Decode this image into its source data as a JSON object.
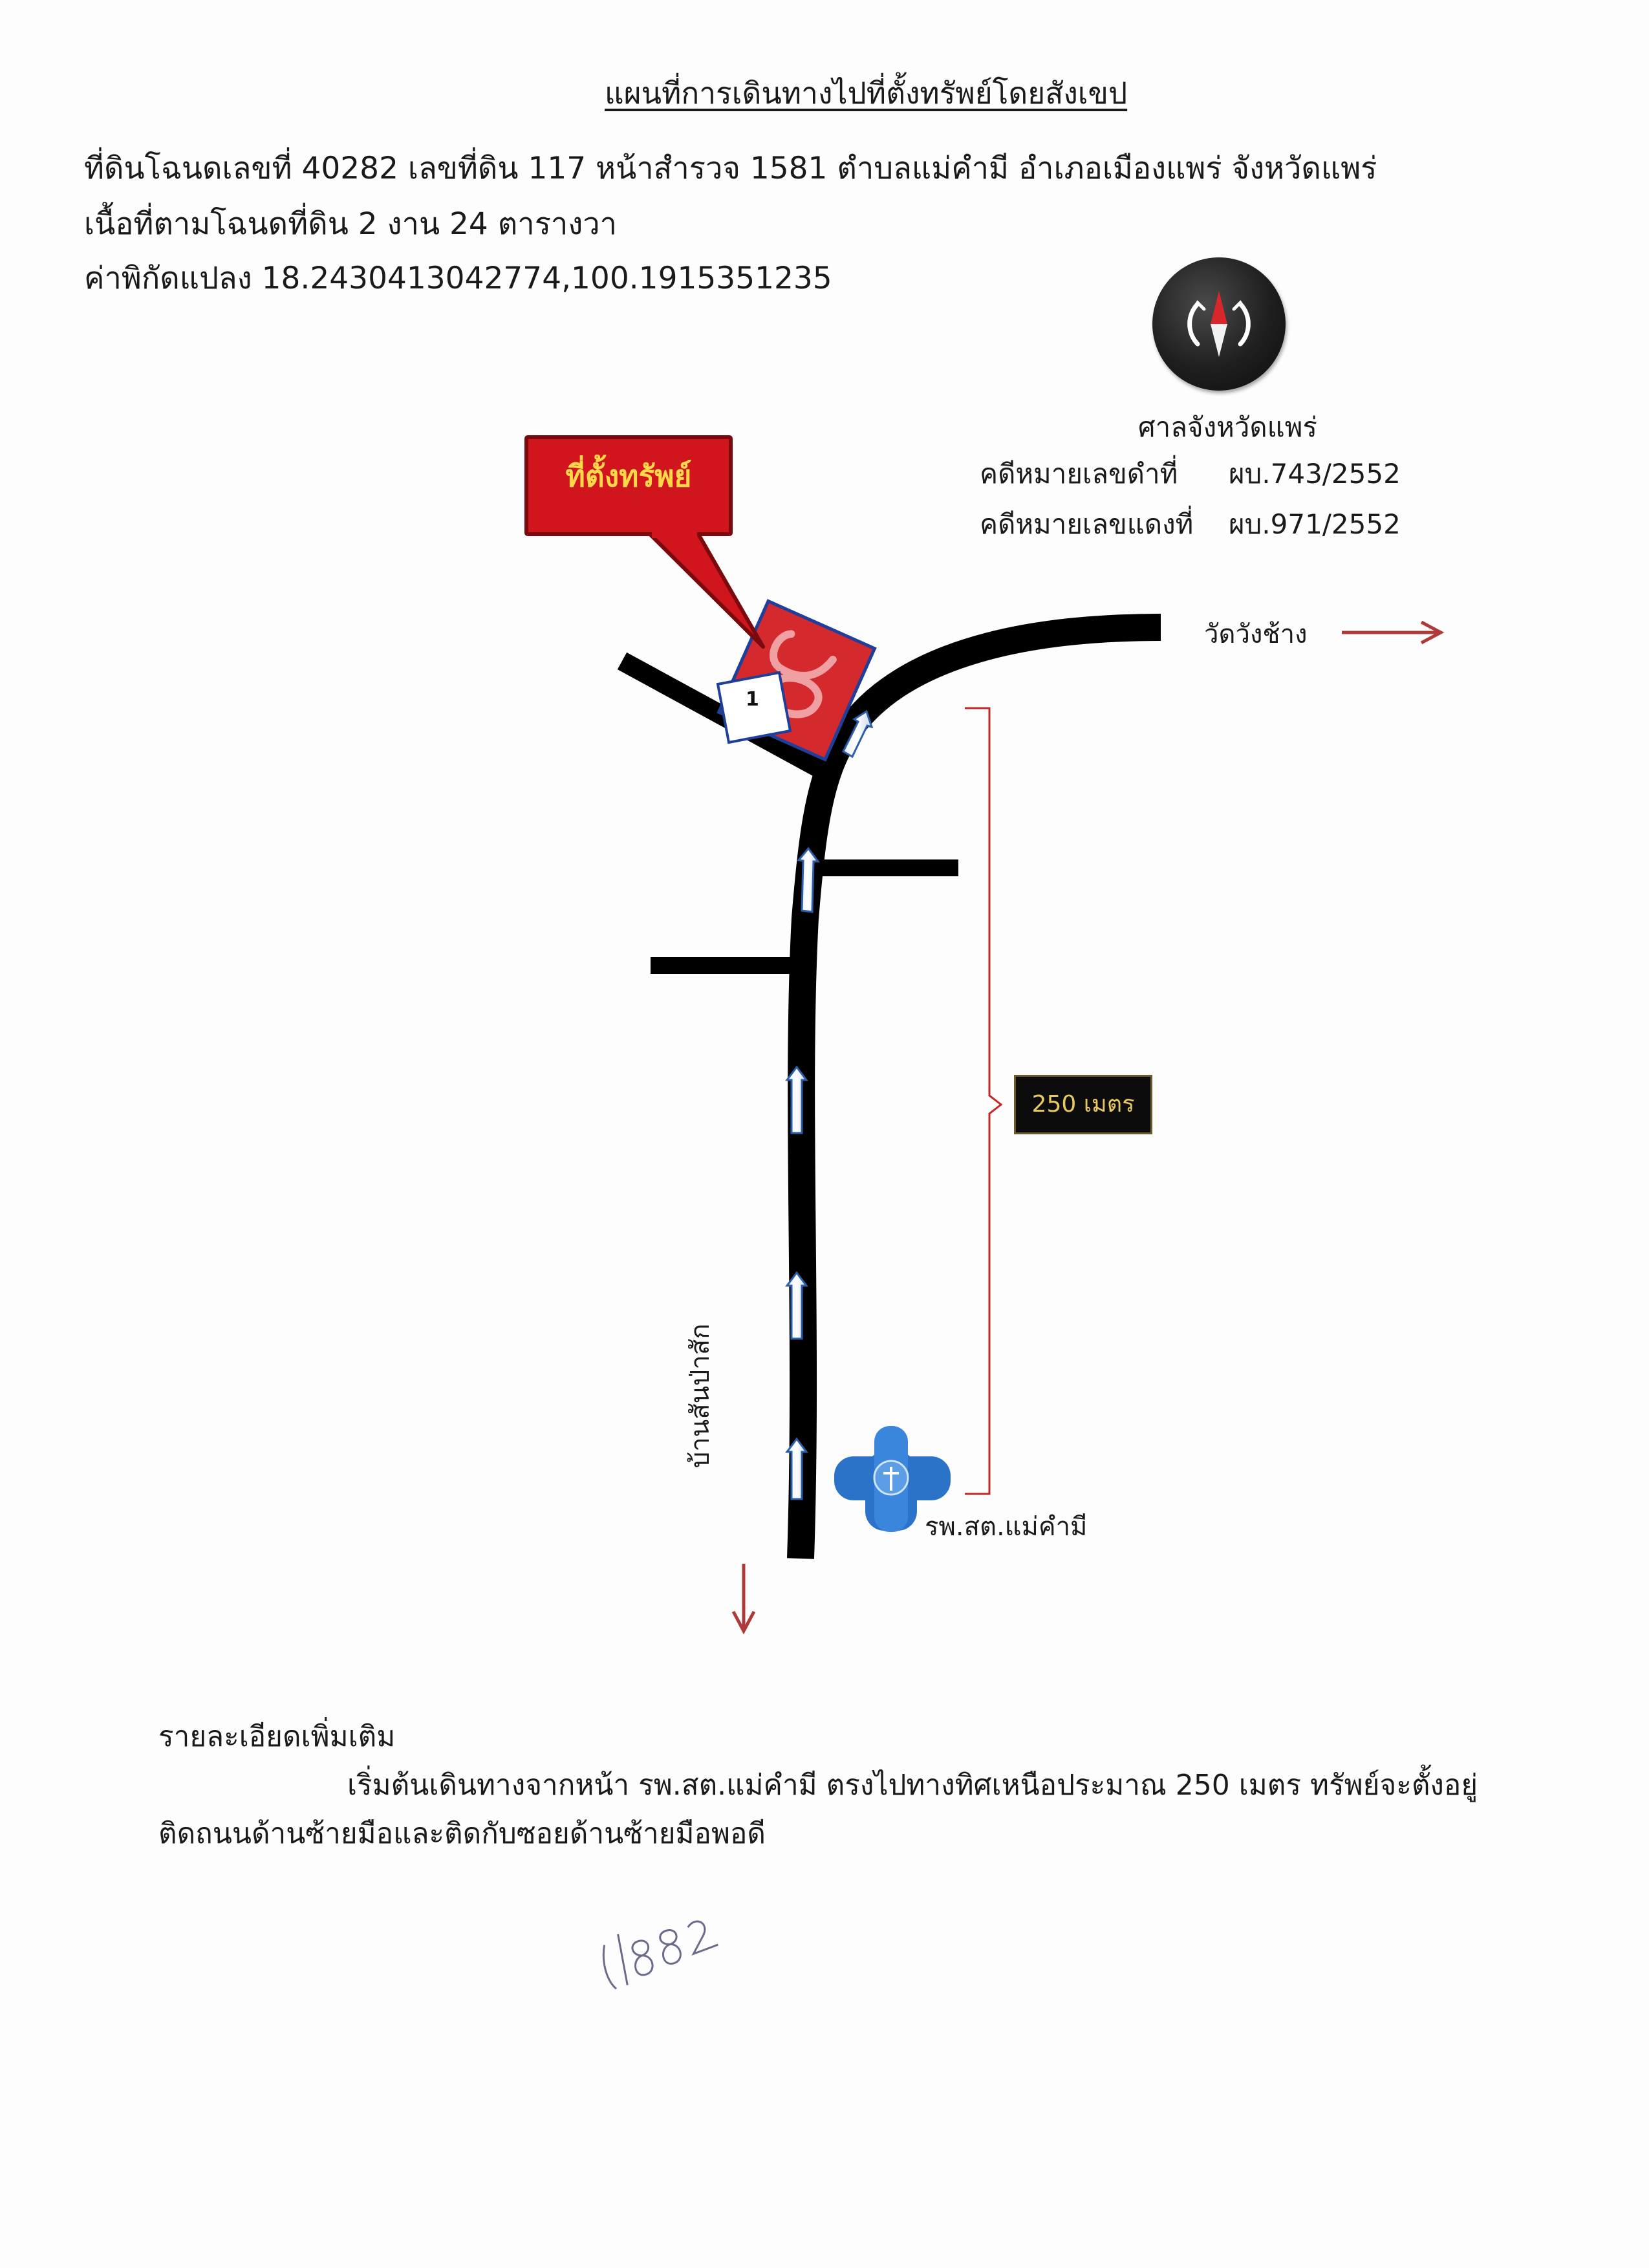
{
  "header": {
    "title": "แผนที่การเดินทางไปที่ตั้งทรัพย์โดยสังเขป",
    "land_line": "ที่ดินโฉนดเลขที่ 40282 เลขที่ดิน 117 หน้าสำรวจ 1581 ตำบลแม่คำมี อำเภอเมืองแพร่ จังหวัดแพร่",
    "area_line": "เนื้อที่ตามโฉนดที่ดิน 2 งาน 24 ตารางวา",
    "coord_line": "ค่าพิกัดแปลง 18.2430413042774,100.1915351235"
  },
  "court": {
    "name": "ศาลจังหวัดแพร่",
    "black_case_label": "คดีหมายเลขดำที่",
    "black_case_value": "ผบ.743/2552",
    "red_case_label": "คดีหมายเลขแดงที่",
    "red_case_value": "ผบ.971/2552"
  },
  "map": {
    "property_callout": "ที่ตั้งทรัพย์",
    "plot_number": "1",
    "plot_marker_text": "บ้",
    "destination_east": "วัดวังช้าง",
    "destination_south": "บ้านสันป่าสัก",
    "landmark": "รพ.สต.แม่คำมี",
    "distance_label": "250 เมตร",
    "road_color": "#000000",
    "callout_color": "#d0151c",
    "arrow_color": "#b03a3a",
    "hospital_color": "#2a73c9",
    "compass_icon": "compass-icon"
  },
  "details": {
    "heading": "รายละเอียดเพิ่มเติม",
    "paragraph_1": "เริ่มต้นเดินทางจากหน้า รพ.สต.แม่คำมี ตรงไปทางทิศเหนือประมาณ 250 เมตร ทรัพย์จะตั้งอยู่",
    "paragraph_2": "ติดถนนด้านซ้ายมือและติดกับซอยด้านซ้ายมือพอดี"
  },
  "annotation": {
    "handwritten_note": "(1882"
  }
}
